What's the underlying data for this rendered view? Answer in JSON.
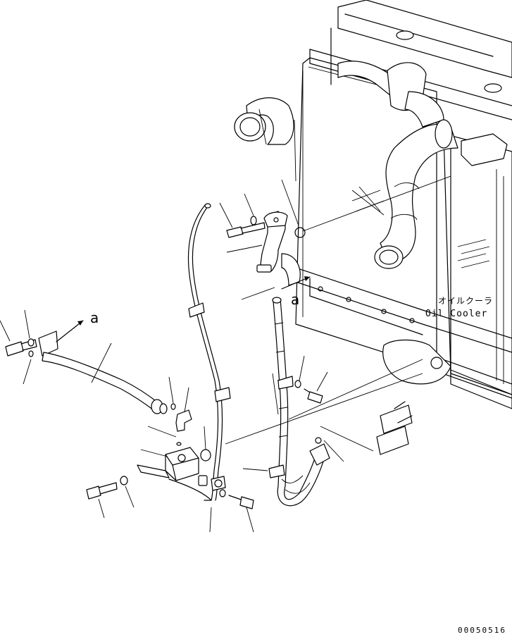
{
  "diagram": {
    "view_arrow_letter_left": "a",
    "view_arrow_letter_center": "a",
    "callout_japanese": "オイルクーラ",
    "callout_english": "Oil Cooler",
    "part_number": "00050516"
  }
}
